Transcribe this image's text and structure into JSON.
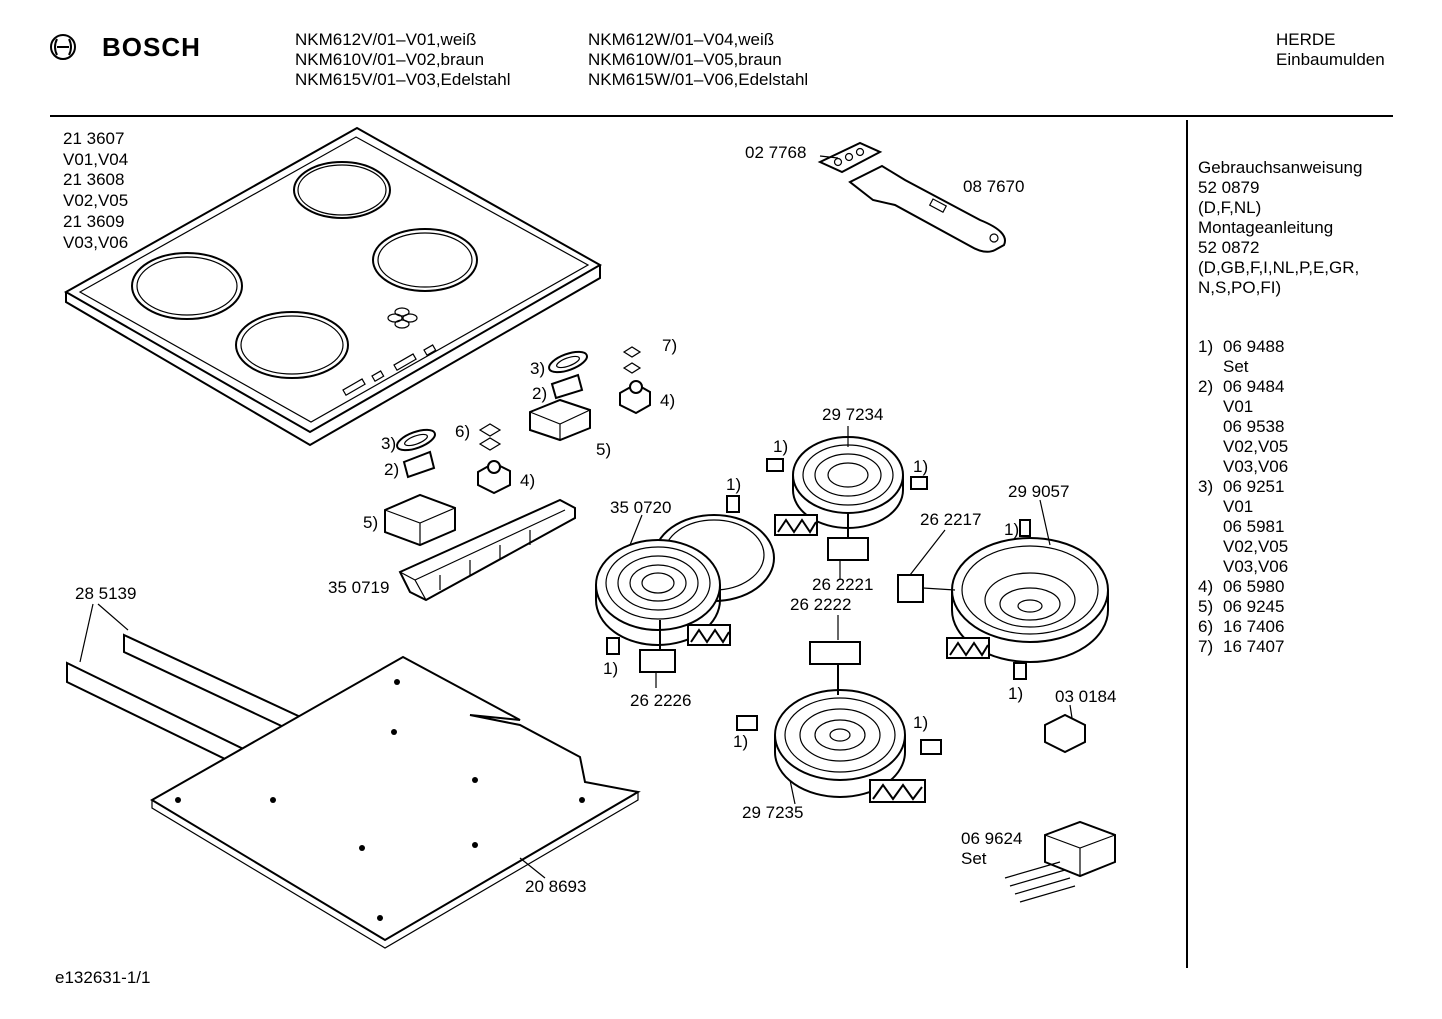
{
  "header": {
    "brand": "BOSCH",
    "models_left": [
      "NKM612V/01–V01,weiß",
      "NKM610V/01–V02,braun",
      "NKM615V/01–V03,Edelstahl"
    ],
    "models_right": [
      "NKM612W/01–V04,weiß",
      "NKM610W/01–V05,braun",
      "NKM615W/01–V06,Edelstahl"
    ],
    "category_1": "HERDE",
    "category_2": "Einbaumulden"
  },
  "sidebar": {
    "lines": [
      "Gebrauchsanweisung",
      "52 0879",
      "(D,F,NL)",
      "Montageanleitung",
      "52 0872",
      "(D,GB,F,I,NL,P,E,GR,",
      "N,S,PO,FI)"
    ],
    "parts": [
      {
        "num": "1)",
        "lines": [
          "06 9488",
          "Set"
        ]
      },
      {
        "num": "2)",
        "lines": [
          "06 9484",
          "V01",
          "06 9538",
          "V02,V05",
          "V03,V06"
        ]
      },
      {
        "num": "3)",
        "lines": [
          "06 9251",
          "V01",
          "06 5981",
          "V02,V05",
          "V03,V06"
        ]
      },
      {
        "num": "4)",
        "lines": [
          "06 5980"
        ]
      },
      {
        "num": "5)",
        "lines": [
          "06 9245"
        ]
      },
      {
        "num": "6)",
        "lines": [
          "16 7406"
        ]
      },
      {
        "num": "7)",
        "lines": [
          "16 7407"
        ]
      }
    ]
  },
  "labels": {
    "hob_codes": [
      "21 3607",
      "V01,V04",
      "21 3608",
      "V02,V05",
      "21 3609",
      "V03,V06"
    ],
    "p027768": "02 7768",
    "p087670": "08 7670",
    "p297234": "29 7234",
    "p299057": "29 9057",
    "p262217": "26 2217",
    "p350720": "35 0720",
    "p262221": "26 2221",
    "p262222": "26 2222",
    "p350719": "35 0719",
    "p285139": "28 5139",
    "p262226": "26 2226",
    "p030184": "03 0184",
    "p297235": "29 7235",
    "p069624": "06 9624",
    "set": "Set",
    "p208693": "20 8693",
    "r1": "1)",
    "r2": "2)",
    "r3": "3)",
    "r4": "4)",
    "r5": "5)",
    "r6": "6)",
    "r7": "7)"
  },
  "footer": {
    "code": "e132631-1/1"
  }
}
